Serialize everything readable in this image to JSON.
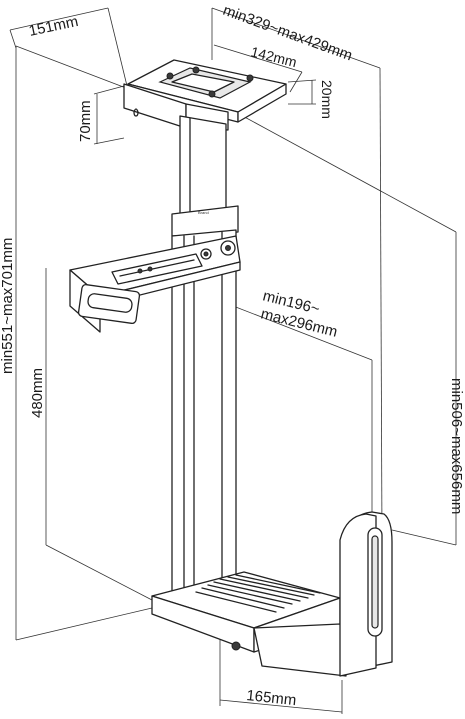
{
  "dimensions": {
    "width_top": "151mm",
    "depth_range": "min329~max429mm",
    "plate_width": "142mm",
    "plate_height": "20mm",
    "bracket_height": "70mm",
    "overall_height": "min551~max701mm",
    "arm_range_line1": "min196~",
    "arm_range_line2": "max296mm",
    "rear_height": "480mm",
    "front_height": "min506~max656mm",
    "base_width": "165mm"
  }
}
